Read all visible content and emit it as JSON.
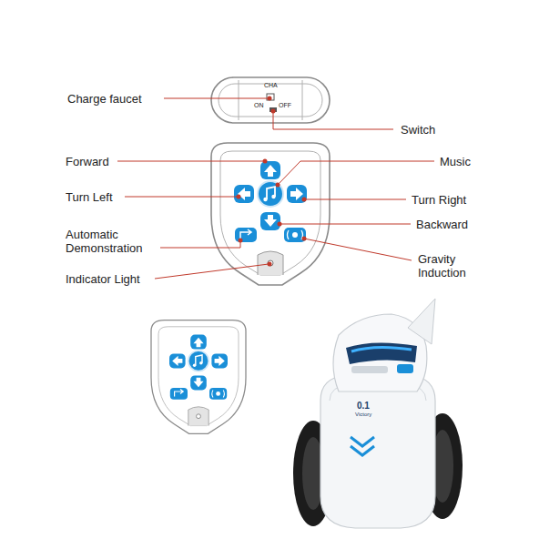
{
  "diagram": {
    "labels": [
      "Charge faucet",
      "Switch",
      "Forward",
      "Music",
      "Turn Left",
      "Turn Right",
      "Automatic Demonstration",
      "Backward",
      "Gravity Induction",
      "Indicator Light",
      "CHA",
      "ON",
      "OFF",
      "0.1",
      "Victory"
    ]
  }
}
